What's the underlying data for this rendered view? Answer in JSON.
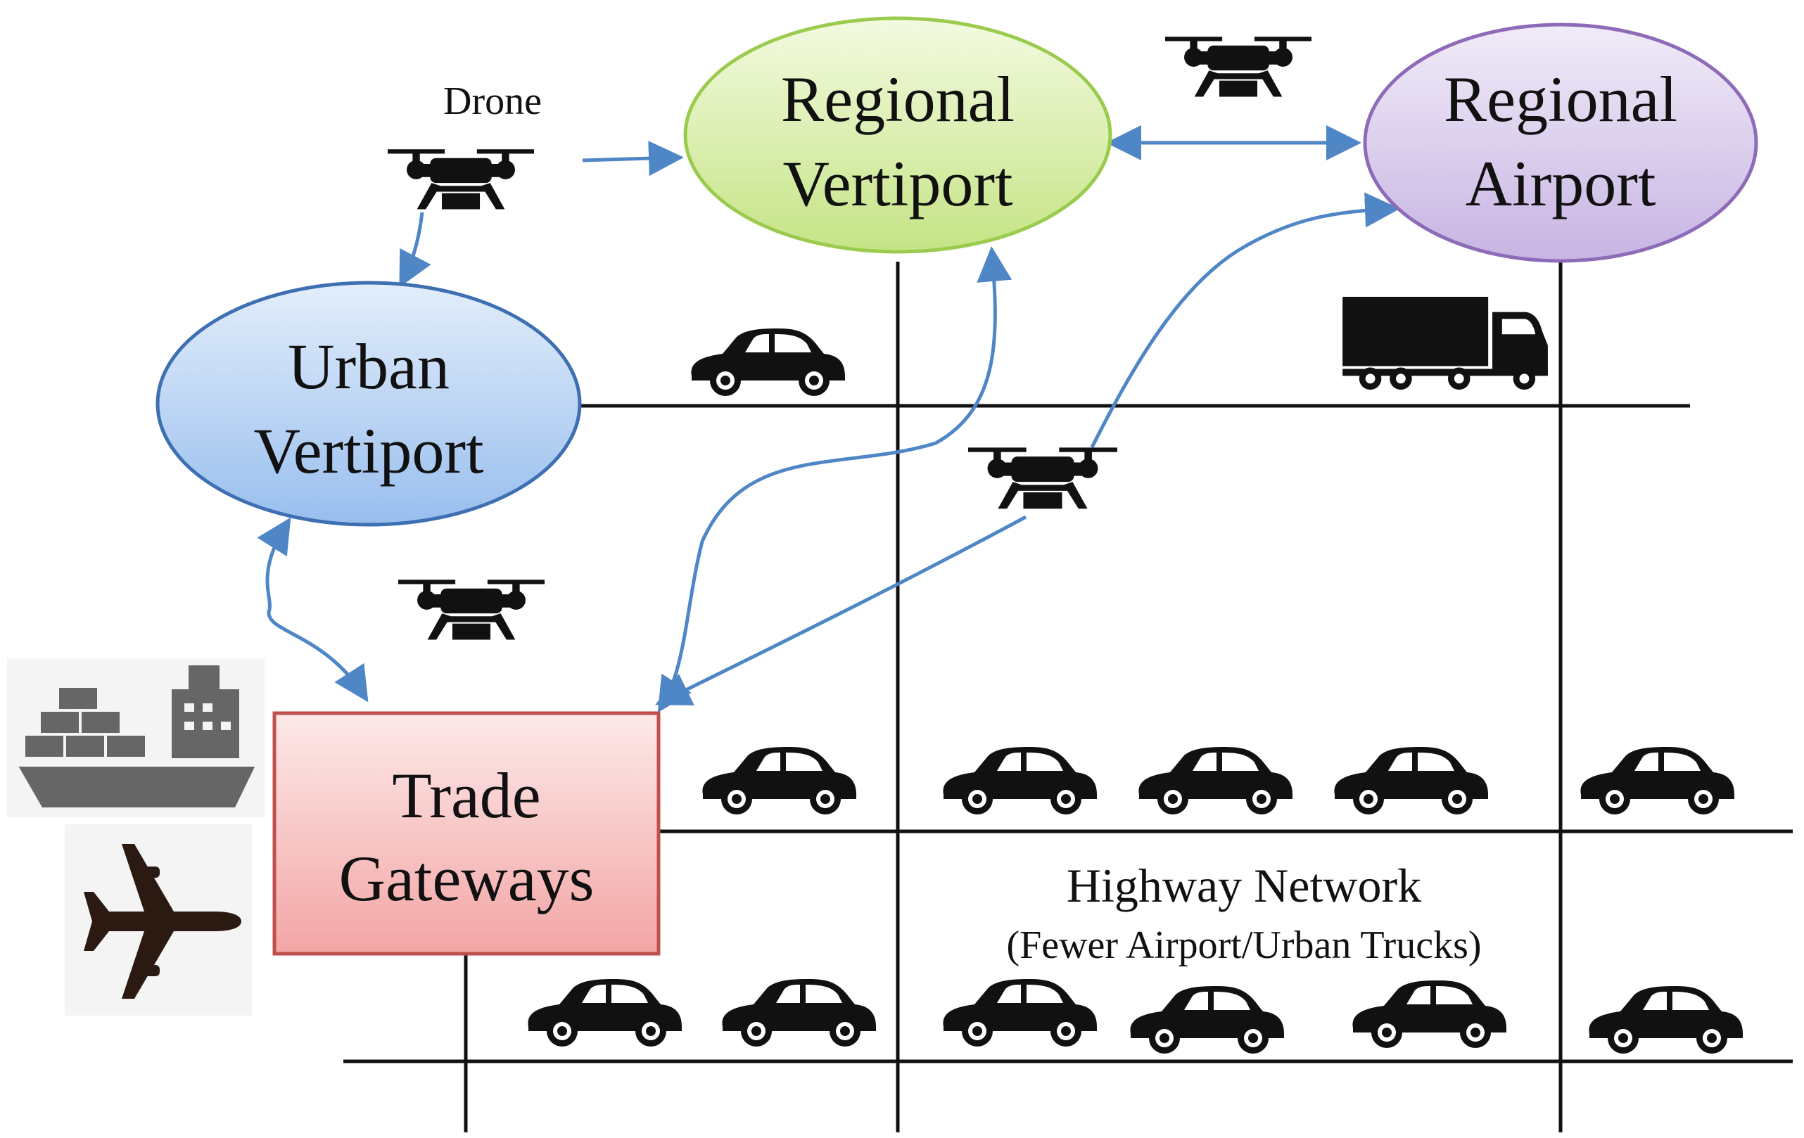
{
  "nodes": {
    "regional_vertiport": {
      "line1": "Regional",
      "line2": "Vertiport"
    },
    "regional_airport": {
      "line1": "Regional",
      "line2": "Airport"
    },
    "urban_vertiport": {
      "line1": "Urban",
      "line2": "Vertiport"
    },
    "trade_gateways": {
      "line1": "Trade",
      "line2": "Gateways"
    }
  },
  "labels": {
    "drone": "Drone",
    "highway_title": "Highway Network",
    "highway_subtitle": "(Fewer Airport/Urban Trucks)"
  },
  "icons": {
    "drone": "drone-icon",
    "car": "car-icon",
    "truck": "truck-icon",
    "ship": "cargo-ship-icon",
    "airplane": "airplane-icon"
  },
  "colors": {
    "regional_vertiport": "#D6ECA4",
    "regional_airport": "#D9CCEA",
    "urban_vertiport": "#B9D4F3",
    "trade_gateways": "#F6C2C2",
    "arrow": "#4F86C6"
  }
}
